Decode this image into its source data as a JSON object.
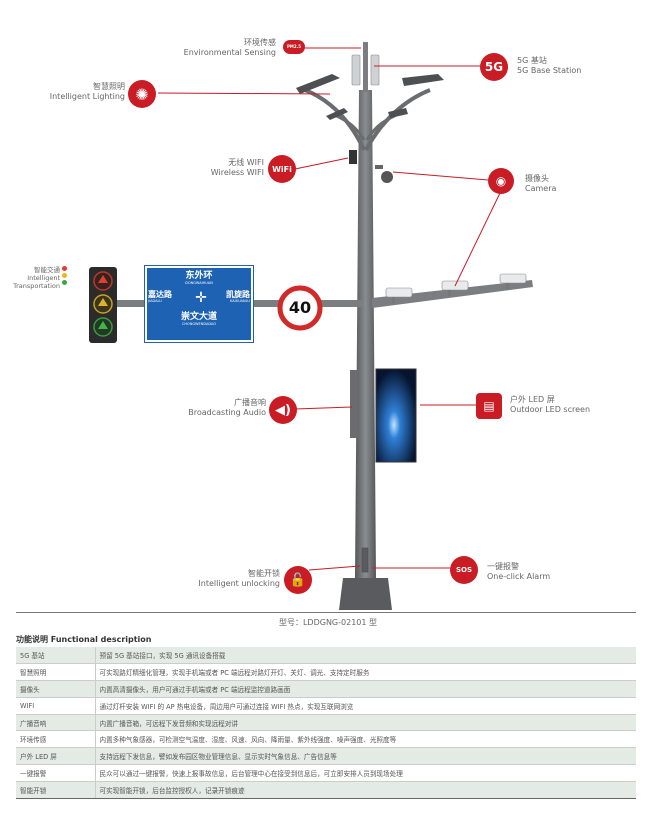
{
  "colors": {
    "brand_red": "#c91c24",
    "pole": "#6f7173",
    "sign_blue": "#1e63b3",
    "row_tint": "#e4ebe5"
  },
  "labels": {
    "env_cn": "环境传感",
    "env_en": "Environmental Sensing",
    "env_badge": "PM2.5",
    "g5_cn": "5G 基站",
    "g5_en": "5G Base Station",
    "g5_badge": "5G",
    "light_cn": "智慧照明",
    "light_en": "Intelligent Lighting",
    "wifi_cn": "无线 WIFI",
    "wifi_en": "Wireless WIFI",
    "wifi_badge": "WiFi",
    "camera_cn": "摄像头",
    "camera_en": "Camera",
    "traffic_cn": "智能交通",
    "traffic_en1": "Intelligent",
    "traffic_en2": "Transportation",
    "audio_cn": "广播音响",
    "audio_en": "Broadcasting Audio",
    "led_cn": "户外 LED 屏",
    "led_en": "Outdoor LED screen",
    "unlock_cn": "智能开锁",
    "unlock_en": "Intelligent unlocking",
    "alarm_cn": "一键报警",
    "alarm_en": "One-click Alarm",
    "alarm_badge": "SOS"
  },
  "sign": {
    "top_cn": "东外环",
    "top_en": "DONGWAIHUAN",
    "left_cn": "嘉达路",
    "left_en": "JIADALU",
    "right_cn": "凯旋路",
    "right_en": "KAIXUANLU",
    "bottom_cn": "崇文大道",
    "bottom_en": "CHONGWENDADAO"
  },
  "speed_limit": "40",
  "model": "型号：LDDGNG-02101 型",
  "section_title": "功能说明  Functional description",
  "table": [
    {
      "name": "5G 基站",
      "desc": "预留 5G 基站接口，实现 5G 通讯设备搭载"
    },
    {
      "name": "智慧照明",
      "desc": "可实现路灯精细化管理，实现手机端或者 PC 端远程对路灯开灯、关灯、调光、支持定时服务"
    },
    {
      "name": "摄像头",
      "desc": "内置高清摄像头，用户可通过手机端或者 PC 端远程监控道路画面"
    },
    {
      "name": "WIFI",
      "desc": "通过灯杆安装 WIFI 的 AP 热电设备，周边用户可通过连接 WIFI 热点，实现互联网浏览"
    },
    {
      "name": "广播音响",
      "desc": "内置广播音箱，可远程下发音频和实现远程对讲"
    },
    {
      "name": "环境传感",
      "desc": "内置多种气象感器，可检测空气温度、湿度、风速、风向、降雨量、紫外线强度、噪声强度、光照度等"
    },
    {
      "name": "户外 LED 屏",
      "desc": "支持远程下发信息，譬如发布园区物业管理信息、显示实时气象信息、广告信息等"
    },
    {
      "name": "一键报警",
      "desc": "民众可以通过一键报警，快速上报事故信息，后台管理中心在接受到信息后，可立即安排人员到现场处理"
    },
    {
      "name": "智能开锁",
      "desc": "可实现智能开锁，后台监控授权人，记录开锁痕迹"
    }
  ]
}
